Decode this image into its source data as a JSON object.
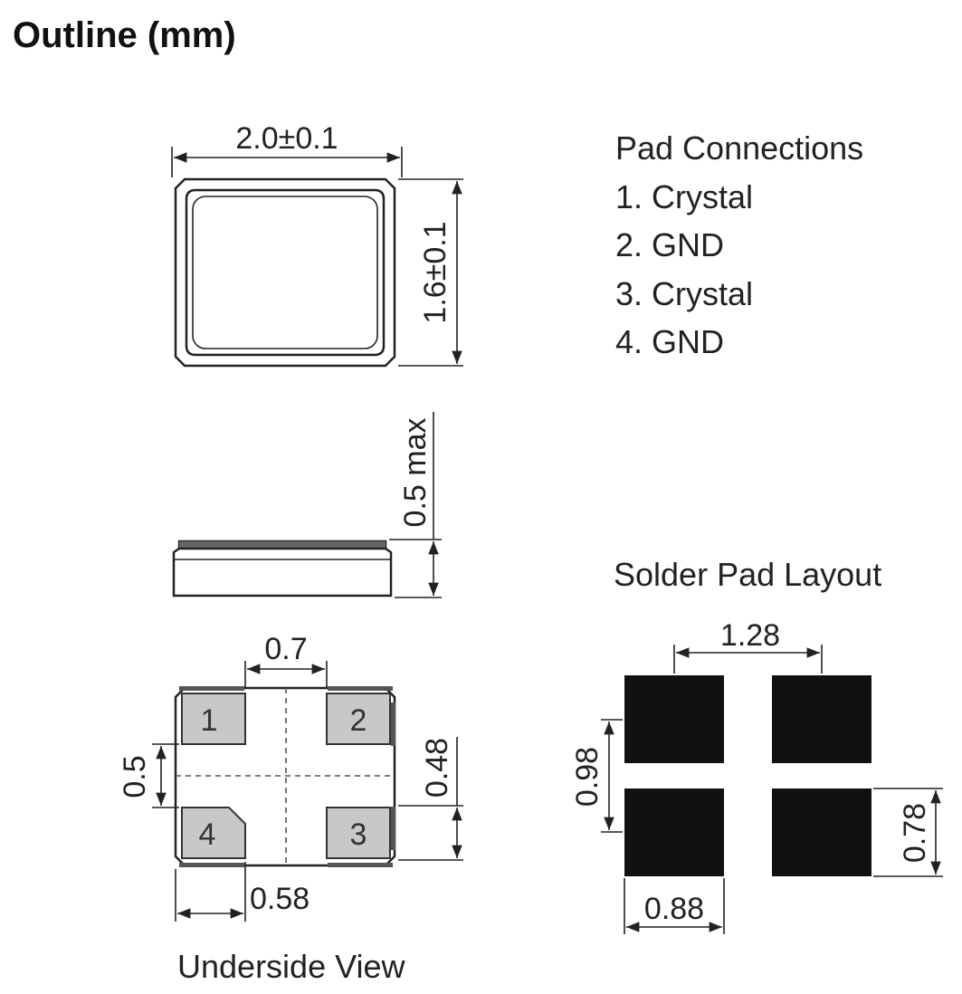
{
  "title": "Outline (mm)",
  "pad_connections": {
    "heading": "Pad Connections",
    "items": [
      "1. Crystal",
      "2. GND",
      "3. Crystal",
      "4. GND"
    ]
  },
  "top_view": {
    "width_label": "2.0±0.1",
    "height_label": "1.6±0.1"
  },
  "side_view": {
    "height_label": "0.5 max"
  },
  "underside_view": {
    "caption": "Underside View",
    "pad_width_label": "0.7",
    "gap_label": "0.5",
    "pad_height_label": "0.48",
    "pitch_label": "0.58",
    "pads": [
      "1",
      "2",
      "3",
      "4"
    ]
  },
  "solder_pad_layout": {
    "heading": "Solder Pad Layout",
    "spacing_label": "1.28",
    "height_span_label": "0.98",
    "pad_height_label": "0.78",
    "pad_width_label": "0.88"
  },
  "colors": {
    "pad_fill": "#c8c8c8",
    "solder_pad": "#111111",
    "line": "#222222"
  }
}
